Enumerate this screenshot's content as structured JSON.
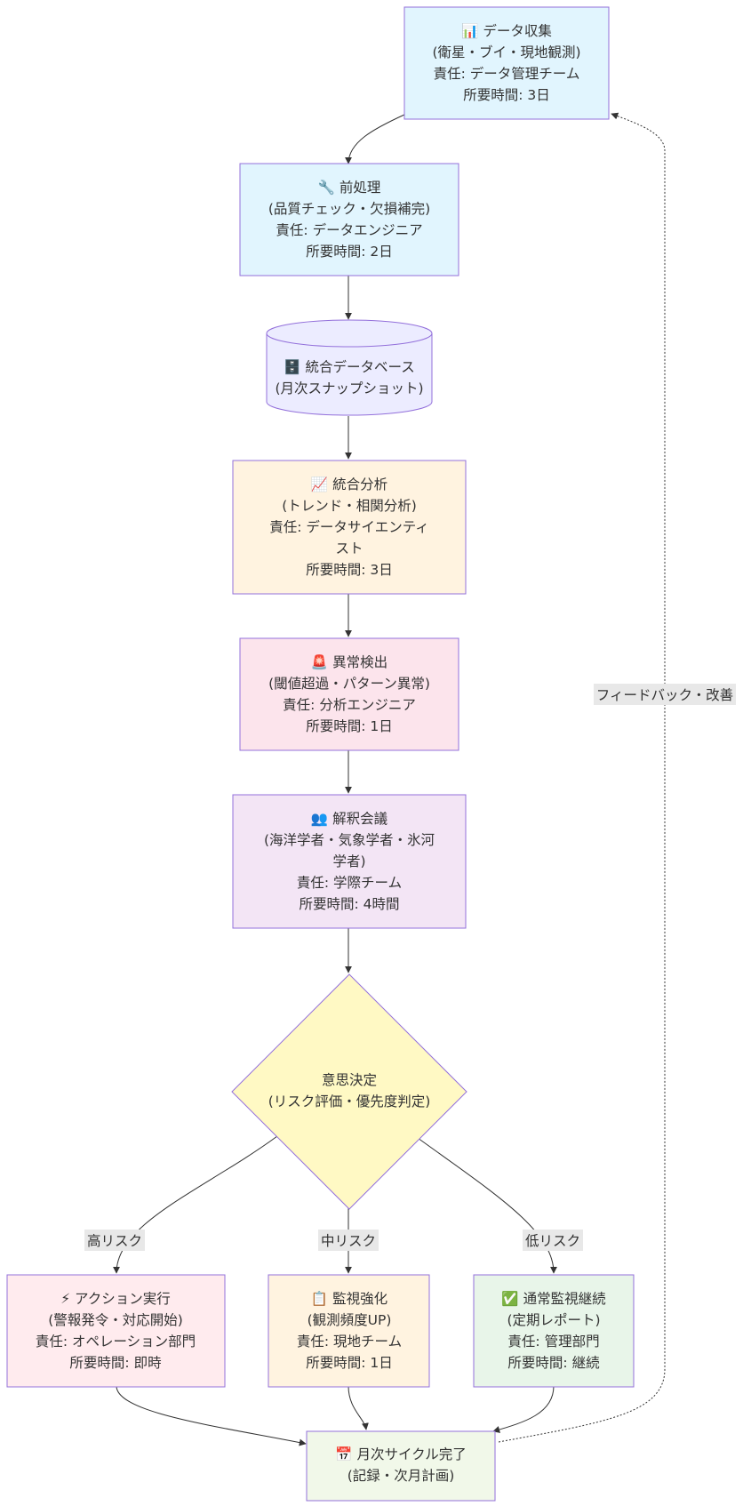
{
  "nodes": {
    "collect": {
      "lines": [
        "📊 データ収集",
        "(衛星・ブイ・現地観測)",
        "責任: データ管理チーム",
        "所要時間: 3日"
      ]
    },
    "preprocess": {
      "lines": [
        "🔧 前処理",
        "(品質チェック・欠損補完)",
        "責任: データエンジニア",
        "所要時間: 2日"
      ]
    },
    "database": {
      "lines": [
        "🗄️ 統合データベース",
        "(月次スナップショット)"
      ]
    },
    "analysis": {
      "lines": [
        "📈 統合分析",
        "(トレンド・相関分析)",
        "責任: データサイエンティ",
        "スト",
        "所要時間: 3日"
      ]
    },
    "anomaly": {
      "lines": [
        "🚨 異常検出",
        "(閾値超過・パターン異常)",
        "責任: 分析エンジニア",
        "所要時間: 1日"
      ]
    },
    "meeting": {
      "lines": [
        "👥 解釈会議",
        "(海洋学者・気象学者・氷河",
        "学者)",
        "責任: 学際チーム",
        "所要時間: 4時間"
      ]
    },
    "decision": {
      "lines": [
        "意思決定",
        "(リスク評価・優先度判定)"
      ]
    },
    "action": {
      "lines": [
        "⚡ アクション実行",
        "(警報発令・対応開始)",
        "責任: オペレーション部門",
        "所要時間: 即時"
      ]
    },
    "monitor": {
      "lines": [
        "📋 監視強化",
        "(観測頻度UP)",
        "責任: 現地チーム",
        "所要時間: 1日"
      ]
    },
    "normal": {
      "lines": [
        "✅ 通常監視継続",
        "(定期レポート)",
        "責任: 管理部門",
        "所要時間: 継続"
      ]
    },
    "complete": {
      "lines": [
        "📅 月次サイクル完了",
        "(記録・次月計画)"
      ]
    }
  },
  "edge_labels": {
    "high": "高リスク",
    "mid": "中リスク",
    "low": "低リスク",
    "feedback": "フィードバック・改善"
  },
  "colors": {
    "blue_fill": "#e1f5fe",
    "db_fill": "#ececff",
    "orange_fill": "#fff3e0",
    "pink_fill": "#fce4ec",
    "purple_fill": "#f3e5f5",
    "yellow_fill": "#fff9c4",
    "red_fill": "#ffebee",
    "green_fill": "#e8f5e9",
    "stroke": "#9370db",
    "edge": "#333333"
  }
}
